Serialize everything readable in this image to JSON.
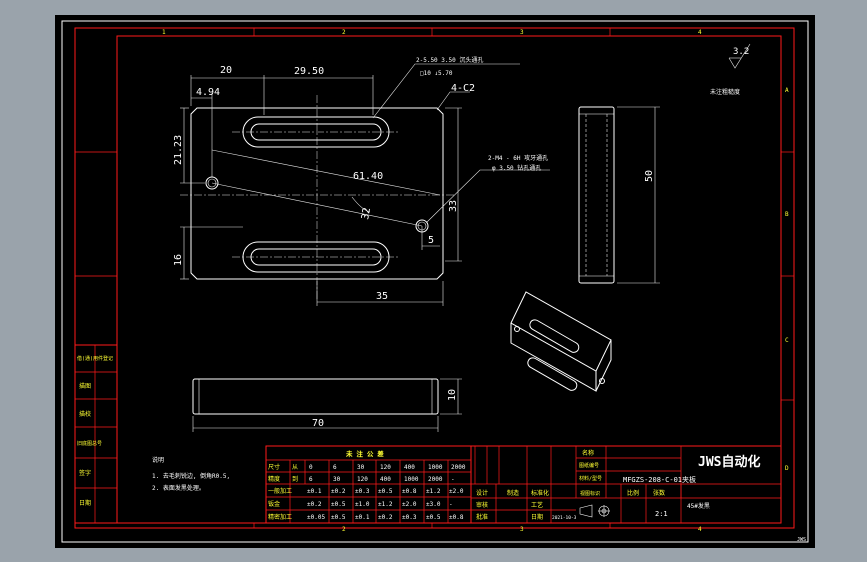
{
  "border": {
    "columns": [
      "1",
      "2",
      "3",
      "4"
    ],
    "rows": [
      "A",
      "B",
      "C",
      "D"
    ]
  },
  "dimensions": {
    "d_20": "20",
    "d_29_50": "29.50",
    "d_4_94": "4.94",
    "d_21_23": "21.23",
    "d_16": "16",
    "d_61_40": "61.40",
    "d_32": "32",
    "d_33": "33",
    "d_5": "5",
    "d_35": "35",
    "d_50": "50",
    "d_70": "70",
    "d_10": "10",
    "chamfer": "4-C2"
  },
  "callouts": {
    "slot_line1": "2-5.50 3.50 沉头通孔",
    "slot_line2": "□10 ↓5.70",
    "hole_line1": "2-M4 - 6H 攻牙通孔",
    "hole_line2": "φ 3.50 钻孔通孔"
  },
  "roughness": {
    "value": "3.2",
    "note": "未注粗糙度"
  },
  "notes": {
    "title": "说明",
    "lines": [
      "1. 去毛刺锐边, 倒角R0.5,",
      "2. 表面发黑处理。"
    ]
  },
  "left_block": [
    "借(通)用件登记",
    "描图",
    "描校",
    "旧底图总号",
    "签字",
    "日期"
  ],
  "tolerance_table": {
    "title": "未 注 公 差",
    "header": [
      "尺寸",
      "从",
      "0",
      "6",
      "30",
      "120",
      "400",
      "1000",
      "2000"
    ],
    "header2": [
      "精度",
      "到",
      "6",
      "30",
      "120",
      "400",
      "1000",
      "2000",
      "-"
    ],
    "rows": [
      {
        "label": "一般加工",
        "values": [
          "±0.1",
          "±0.2",
          "±0.3",
          "±0.5",
          "±0.8",
          "±1.2",
          "±2.0"
        ]
      },
      {
        "label": "钣金",
        "values": [
          "±0.2",
          "±0.5",
          "±1.0",
          "±1.2",
          "±2.0",
          "±3.0",
          "-"
        ]
      },
      {
        "label": "精密加工",
        "values": [
          "±0.05",
          "±0.5",
          "±0.1",
          "±0.2",
          "±0.3",
          "±0.5",
          "±0.8"
        ]
      }
    ]
  },
  "title_block": {
    "company": "JWS自动化",
    "name_label": "名称",
    "drawing_no_label": "图纸编号",
    "material_label": "材料/型号",
    "drawing_no": "MFGZS-208-C-01夹板",
    "material": "45#发黑",
    "design": "设计",
    "check": "审核",
    "approve": "批准",
    "std": "标准化",
    "date_label": "日期",
    "date": "2021-10-3",
    "mark_label": "视图标识",
    "scale_label": "比例",
    "sheet_label": "张数",
    "scale": "2:1",
    "process": "工艺",
    "mfg": "制造"
  },
  "corner_mark": "JWS"
}
